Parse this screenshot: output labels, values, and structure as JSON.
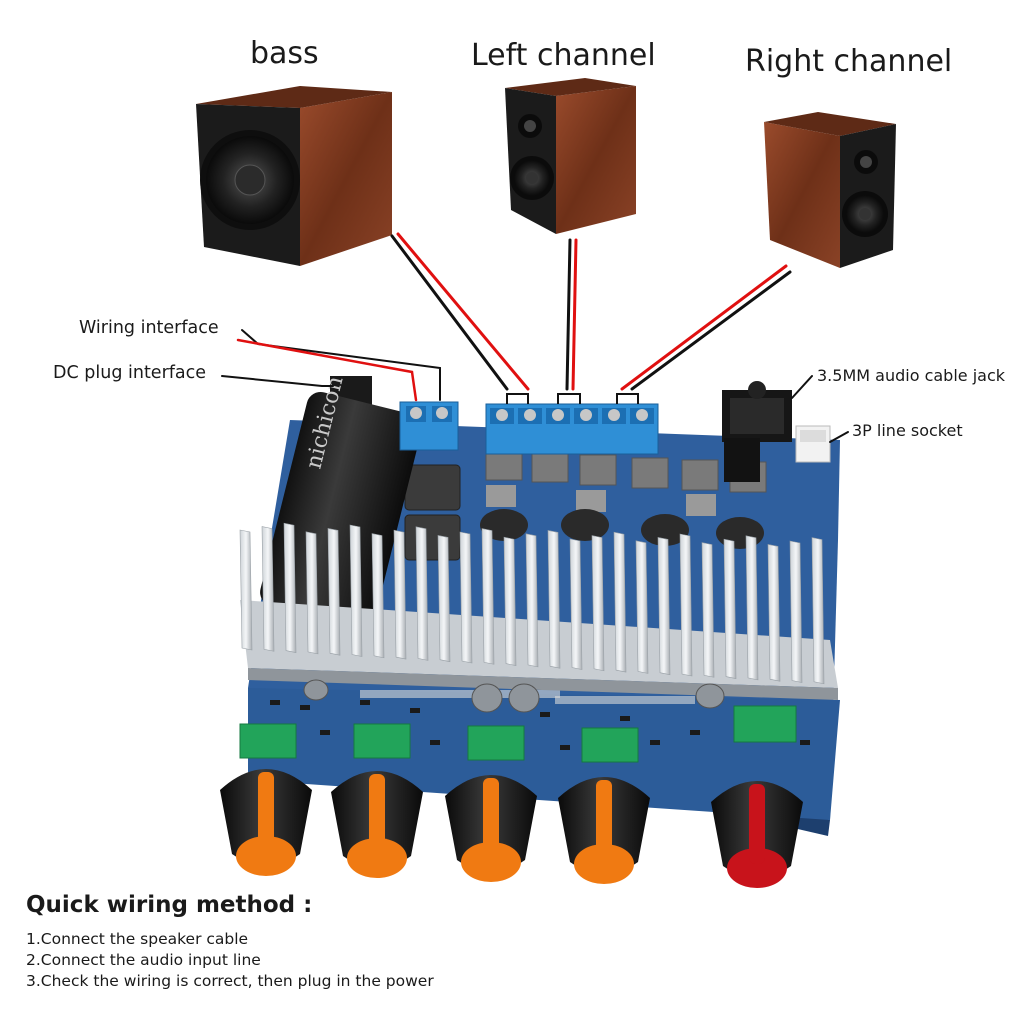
{
  "speakers": {
    "bass": "bass",
    "left": "Left channel",
    "right": "Right channel"
  },
  "callouts": {
    "wiring_interface": "Wiring interface",
    "dc_plug_interface": "DC plug interface",
    "audio_jack": "3.5MM audio cable jack",
    "line_socket": "3P line socket"
  },
  "board": {
    "capacitor_text": "nichicon"
  },
  "instructions": {
    "title": "Quick wiring method :",
    "steps": [
      "1.Connect the speaker cable",
      "2.Connect the audio input line",
      "3.Check the wiring is correct, then plug in the power"
    ]
  },
  "colors": {
    "wood": "#7a3b22",
    "board_blue": "#2f5f9e",
    "terminal_blue": "#2f8fd6",
    "knob_orange": "#f07a12",
    "knob_red": "#c8131b",
    "wire_red": "#e01010",
    "wire_black": "#111111"
  }
}
